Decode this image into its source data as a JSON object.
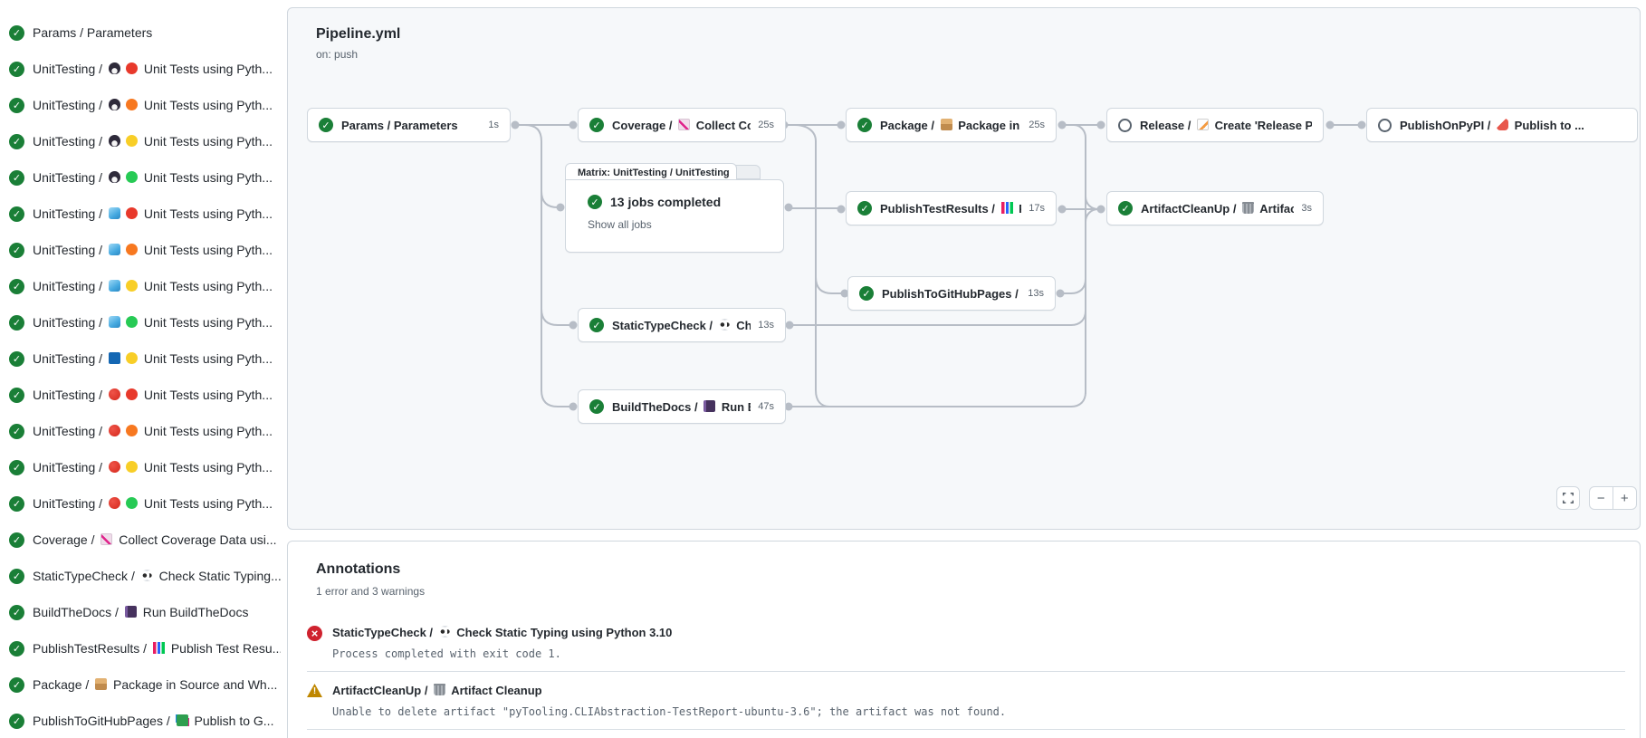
{
  "colors": {
    "success": "#1a7f37",
    "error": "#cf222e",
    "warning": "#bf8700",
    "line": "#b7bdc6",
    "card_bg": "#f6f8fa",
    "border": "#d0d7de"
  },
  "sidebar": {
    "items": [
      {
        "status": "success",
        "before": "Params / Parameters",
        "icons": [],
        "after": ""
      },
      {
        "status": "success",
        "before": "UnitTesting /",
        "icons": [
          "penguin-icon",
          "red-circle-icon"
        ],
        "after": "Unit Tests using Pyth..."
      },
      {
        "status": "success",
        "before": "UnitTesting /",
        "icons": [
          "penguin-icon",
          "orange-circle-icon"
        ],
        "after": "Unit Tests using Pyth..."
      },
      {
        "status": "success",
        "before": "UnitTesting /",
        "icons": [
          "penguin-icon",
          "yellow-circle-icon"
        ],
        "after": "Unit Tests using Pyth..."
      },
      {
        "status": "success",
        "before": "UnitTesting /",
        "icons": [
          "penguin-icon",
          "green-circle-icon"
        ],
        "after": "Unit Tests using Pyth..."
      },
      {
        "status": "success",
        "before": "UnitTesting /",
        "icons": [
          "ice-cube-icon",
          "red-circle-icon"
        ],
        "after": "Unit Tests using Pyth..."
      },
      {
        "status": "success",
        "before": "UnitTesting /",
        "icons": [
          "ice-cube-icon",
          "orange-circle-icon"
        ],
        "after": "Unit Tests using Pyth..."
      },
      {
        "status": "success",
        "before": "UnitTesting /",
        "icons": [
          "ice-cube-icon",
          "yellow-circle-icon"
        ],
        "after": "Unit Tests using Pyth..."
      },
      {
        "status": "success",
        "before": "UnitTesting /",
        "icons": [
          "ice-cube-icon",
          "green-circle-icon"
        ],
        "after": "Unit Tests using Pyth..."
      },
      {
        "status": "success",
        "before": "UnitTesting /",
        "icons": [
          "blue-square-icon",
          "yellow-circle-icon"
        ],
        "after": "Unit Tests using Pyth..."
      },
      {
        "status": "success",
        "before": "UnitTesting /",
        "icons": [
          "apple-icon",
          "red-circle-icon"
        ],
        "after": "Unit Tests using Pyth..."
      },
      {
        "status": "success",
        "before": "UnitTesting /",
        "icons": [
          "apple-icon",
          "orange-circle-icon"
        ],
        "after": "Unit Tests using Pyth..."
      },
      {
        "status": "success",
        "before": "UnitTesting /",
        "icons": [
          "apple-icon",
          "yellow-circle-icon"
        ],
        "after": "Unit Tests using Pyth..."
      },
      {
        "status": "success",
        "before": "UnitTesting /",
        "icons": [
          "apple-icon",
          "green-circle-icon"
        ],
        "after": "Unit Tests using Pyth..."
      },
      {
        "status": "success",
        "before": "Coverage /",
        "icons": [
          "chart-increasing-icon"
        ],
        "after": "Collect Coverage Data usi..."
      },
      {
        "status": "success",
        "before": "StaticTypeCheck /",
        "icons": [
          "eyes-icon"
        ],
        "after": "Check Static Typing..."
      },
      {
        "status": "success",
        "before": "BuildTheDocs /",
        "icons": [
          "notebook-icon"
        ],
        "after": "Run BuildTheDocs"
      },
      {
        "status": "success",
        "before": "PublishTestResults /",
        "icons": [
          "bar-chart-icon"
        ],
        "after": "Publish Test Resu..."
      },
      {
        "status": "success",
        "before": "Package /",
        "icons": [
          "package-icon"
        ],
        "after": "Package in Source and Wh..."
      },
      {
        "status": "success",
        "before": "PublishToGitHubPages /",
        "icons": [
          "books-icon"
        ],
        "after": "Publish to G..."
      }
    ]
  },
  "pipeline": {
    "title": "Pipeline.yml",
    "trigger": "on: push",
    "nodes": [
      {
        "id": "params",
        "status": "success",
        "before": "Params / Parameters",
        "icon": null,
        "after": "",
        "duration": "1s"
      },
      {
        "id": "coverage",
        "status": "success",
        "before": "Coverage /",
        "icon": "chart-increasing-icon",
        "after": "Collect Cove...",
        "duration": "25s"
      },
      {
        "id": "package",
        "status": "success",
        "before": "Package /",
        "icon": "package-icon",
        "after": "Package in So...",
        "duration": "25s"
      },
      {
        "id": "release",
        "status": "skipped",
        "before": "Release /",
        "icon": "memo-icon",
        "after": "Create 'Release P...",
        "duration": ""
      },
      {
        "id": "publishonpypi",
        "status": "skipped",
        "before": "PublishOnPyPI /",
        "icon": "rocket-icon",
        "after": "Publish to ...",
        "duration": ""
      },
      {
        "id": "publishtestresults",
        "status": "success",
        "before": "PublishTestResults /",
        "icon": "bar-chart-icon",
        "after": "Pu...",
        "duration": "17s"
      },
      {
        "id": "artifactcleanup",
        "status": "success",
        "before": "ArtifactCleanUp /",
        "icon": "wastebasket-icon",
        "after": "Artifac...",
        "duration": "3s"
      },
      {
        "id": "publishtogithubpages",
        "status": "success",
        "before": "PublishToGitHubPages /",
        "icon": "books-icon",
        "after": "...",
        "duration": "13s"
      },
      {
        "id": "statictypecheck",
        "status": "success",
        "before": "StaticTypeCheck /",
        "icon": "eyes-icon",
        "after": "Chec...",
        "duration": "13s"
      },
      {
        "id": "buildthedocs",
        "status": "success",
        "before": "BuildTheDocs /",
        "icon": "notebook-icon",
        "after": "Run Buil...",
        "duration": "47s"
      }
    ],
    "matrix": {
      "tab": "Matrix: UnitTesting / UnitTesting",
      "status": "success",
      "summary": "13 jobs completed",
      "link": "Show all jobs"
    },
    "controls": {
      "zoom_out": "−",
      "zoom_in": "+"
    }
  },
  "annotations": {
    "title": "Annotations",
    "summary": "1 error and 3 warnings",
    "items": [
      {
        "type": "error",
        "before": "StaticTypeCheck /",
        "icon": "eyes-icon",
        "after": "Check Static Typing using Python 3.10",
        "detail": "Process completed with exit code 1."
      },
      {
        "type": "warning",
        "before": "ArtifactCleanUp /",
        "icon": "wastebasket-icon",
        "after": "Artifact Cleanup",
        "detail": "Unable to delete artifact \"pyTooling.CLIAbstraction-TestReport-ubuntu-3.6\"; the artifact was not found."
      }
    ]
  }
}
